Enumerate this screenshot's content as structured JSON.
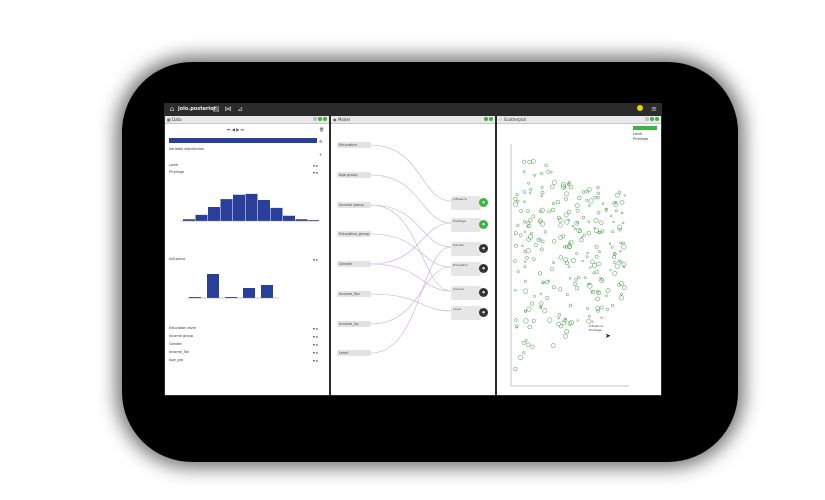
{
  "app": {
    "brand": "jolo.posterior",
    "topbar_icons": [
      "table-icon",
      "network-icon",
      "chart-icon"
    ],
    "right_icons": [
      "status-icon",
      "menu-icon"
    ]
  },
  "colors": {
    "bar": "#2a3f99",
    "accent_green": "#3fb33f",
    "dark_node": "#333333",
    "scatter": "#3a9a3a",
    "link": "#c9a9d6"
  },
  "left_panel": {
    "title": "Data",
    "sections": [
      {
        "label": "Level"
      },
      {
        "label": "Privilege"
      },
      {
        "label": "Influence"
      },
      {
        "label": "Education level"
      },
      {
        "label": "Income group"
      },
      {
        "label": "Gender"
      },
      {
        "label": "Income_5bi"
      },
      {
        "label": "Age_gro"
      }
    ],
    "subtitle": "Variable distribution"
  },
  "middle_panel": {
    "title": "Model",
    "inputs": [
      "Education",
      "Age group",
      "Income group",
      "Education_group",
      "Gender",
      "Income_5bi",
      "Income_5q",
      "Level"
    ],
    "outputs": [
      {
        "text": "Influence",
        "state": "green"
      },
      {
        "text": "Privilege",
        "state": "green"
      },
      {
        "text": "Gender",
        "state": "dark"
      },
      {
        "text": "Education",
        "state": "dark"
      },
      {
        "text": "Income",
        "state": "dark"
      },
      {
        "text": "Level",
        "state": "dark"
      }
    ]
  },
  "right_panel": {
    "title": "Scatterplot",
    "legend": [
      "Level",
      "Privilege"
    ],
    "tooltip": [
      "Influence",
      "Privilege"
    ]
  },
  "chart_data": [
    {
      "type": "bar",
      "values": [
        2,
        7,
        16,
        25,
        30,
        31,
        24,
        15,
        6,
        2,
        1
      ],
      "ylim": [
        0,
        32
      ]
    },
    {
      "type": "bar",
      "values": [
        1,
        24,
        1,
        10,
        13
      ],
      "ylim": [
        0,
        26
      ]
    }
  ]
}
